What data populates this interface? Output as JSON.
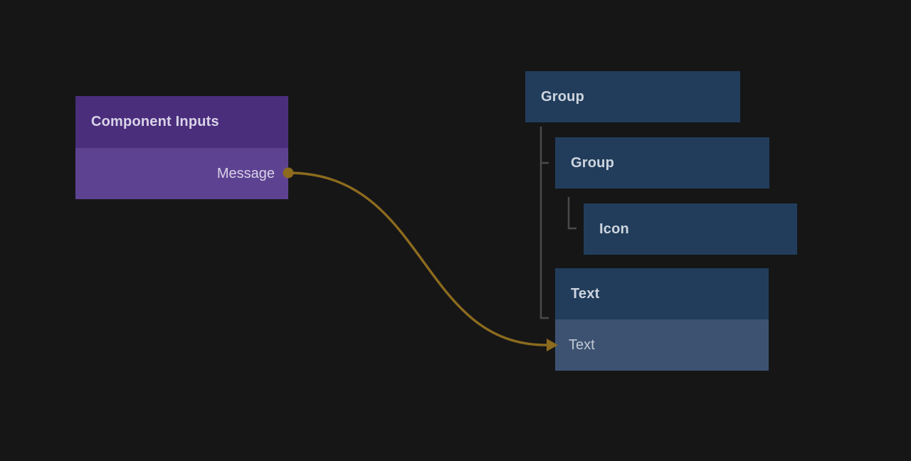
{
  "colors": {
    "background": "#161617",
    "purple_header": "#4a2e7c",
    "purple_row": "#5e4292",
    "purple_text": "#d9d3e8",
    "blue_box": "#223d5b",
    "blue_row_highlight": "#3d5271",
    "tree_label": "#ced5df",
    "tree_label_muted": "#c2cad6",
    "connector_line": "#4a4a4a",
    "connection_gold": "#8c6b1e"
  },
  "component_inputs_node": {
    "title": "Component Inputs",
    "ports": [
      {
        "label": "Message",
        "direction": "output"
      }
    ]
  },
  "layer_tree": {
    "nodes": [
      {
        "label": "Group",
        "depth": 0
      },
      {
        "label": "Group",
        "depth": 1
      },
      {
        "label": "Icon",
        "depth": 2
      },
      {
        "label": "Text",
        "depth": 1,
        "child_row": {
          "label": "Text",
          "highlighted": true
        }
      }
    ]
  },
  "connection": {
    "from_port": "Message",
    "to_layer_row": "Text",
    "color": "#8c6b1e"
  }
}
